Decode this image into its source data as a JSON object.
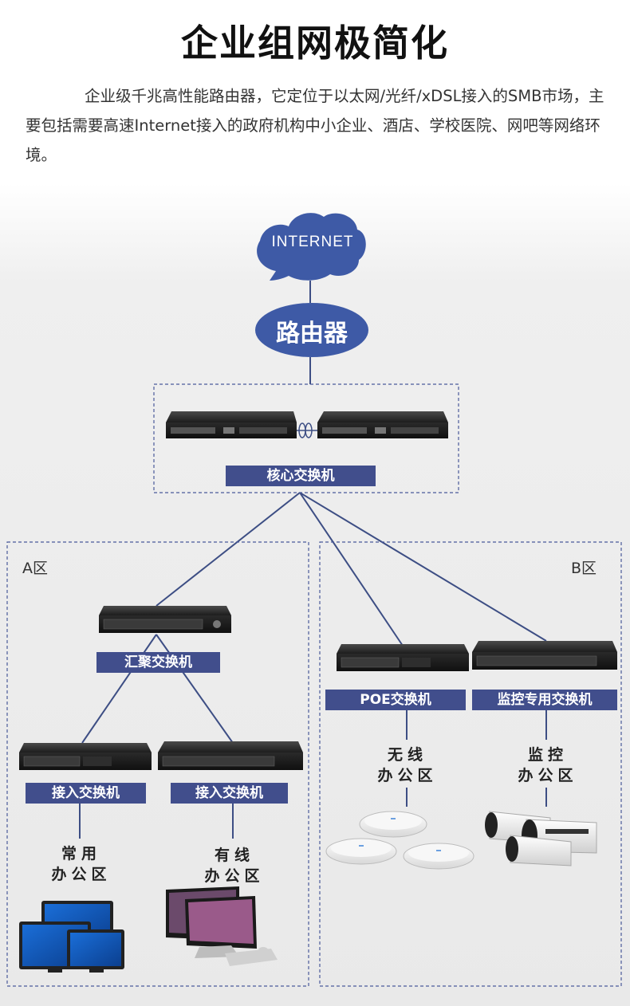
{
  "title": "企业组网极简化",
  "intro": "企业级千兆高性能路由器，它定位于以太网/光纤/xDSL接入的SMB市场，主要包括需要高速Internet接入的政府机构中小企业、酒店、学校医院、网吧等网络环境。",
  "diagram": {
    "internet": "INTERNET",
    "router": "路由器",
    "core_switch": "核心交换机",
    "area_a": "A区",
    "area_b": "B区",
    "aggregation_switch": "汇聚交换机",
    "access_switch_1": "接入交换机",
    "access_switch_2": "接入交换机",
    "poe_switch": "POE交换机",
    "monitor_switch": "监控专用交换机",
    "common_office_line1": "常用",
    "common_office_line2": "办公区",
    "wired_office_line1": "有线",
    "wired_office_line2": "办公区",
    "wireless_office_line1": "无线",
    "wireless_office_line2": "办公区",
    "monitor_office_line1": "监控",
    "monitor_office_line2": "办公区"
  },
  "colors": {
    "label_bg": "#414e8c",
    "line": "#3d4e84",
    "router_fill": "#3e5aa6",
    "cloud_fill": "#3e5aa6"
  }
}
